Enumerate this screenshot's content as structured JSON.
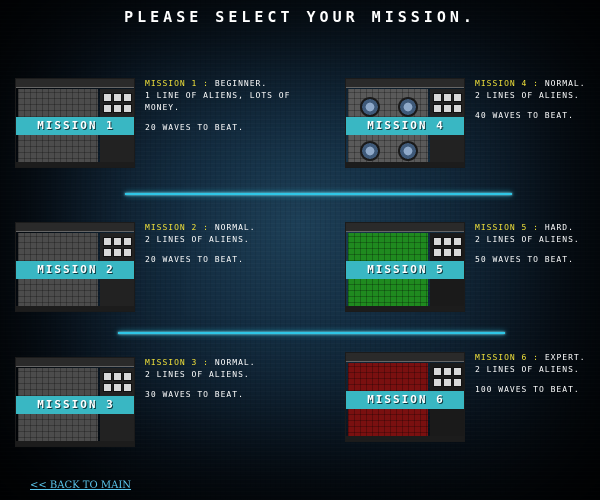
{
  "title": "PLEASE SELECT YOUR MISSION.",
  "back_link": "<< BACK TO MAIN",
  "missions": [
    {
      "banner": "MISSION 1",
      "head_label": "MISSION 1 :",
      "difficulty": "BEGINNER.",
      "line2": "1 LINE OF ALIENS, LOTS OF MONEY.",
      "waves": "20 WAVES TO BEAT.",
      "theme": "gray"
    },
    {
      "banner": "MISSION 2",
      "head_label": "MISSION 2 :",
      "difficulty": "NORMAL.",
      "line2": "2 LINES OF ALIENS.",
      "waves": "20 WAVES TO BEAT.",
      "theme": "gray"
    },
    {
      "banner": "MISSION 3",
      "head_label": "MISSION 3 :",
      "difficulty": "NORMAL.",
      "line2": "2 LINES OF ALIENS.",
      "waves": "30 WAVES TO BEAT.",
      "theme": "gray"
    },
    {
      "banner": "MISSION 4",
      "head_label": "MISSION 4 :",
      "difficulty": "NORMAL.",
      "line2": "2 LINES OF ALIENS.",
      "waves": "40 WAVES TO BEAT.",
      "theme": "pads"
    },
    {
      "banner": "MISSION 5",
      "head_label": "MISSION 5 :",
      "difficulty": "HARD.",
      "line2": "2 LINES OF ALIENS.",
      "waves": "50 WAVES TO BEAT.",
      "theme": "green"
    },
    {
      "banner": "MISSION 6",
      "head_label": "MISSION 6 :",
      "difficulty": "EXPERT.",
      "line2": "2 LINES OF ALIENS.",
      "waves": "100 WAVES TO BEAT.",
      "theme": "red"
    }
  ],
  "colors": {
    "accent": "#2fc6e6",
    "banner": "#39b7c3",
    "heading": "#f2e23a",
    "link": "#5cc7ee"
  }
}
